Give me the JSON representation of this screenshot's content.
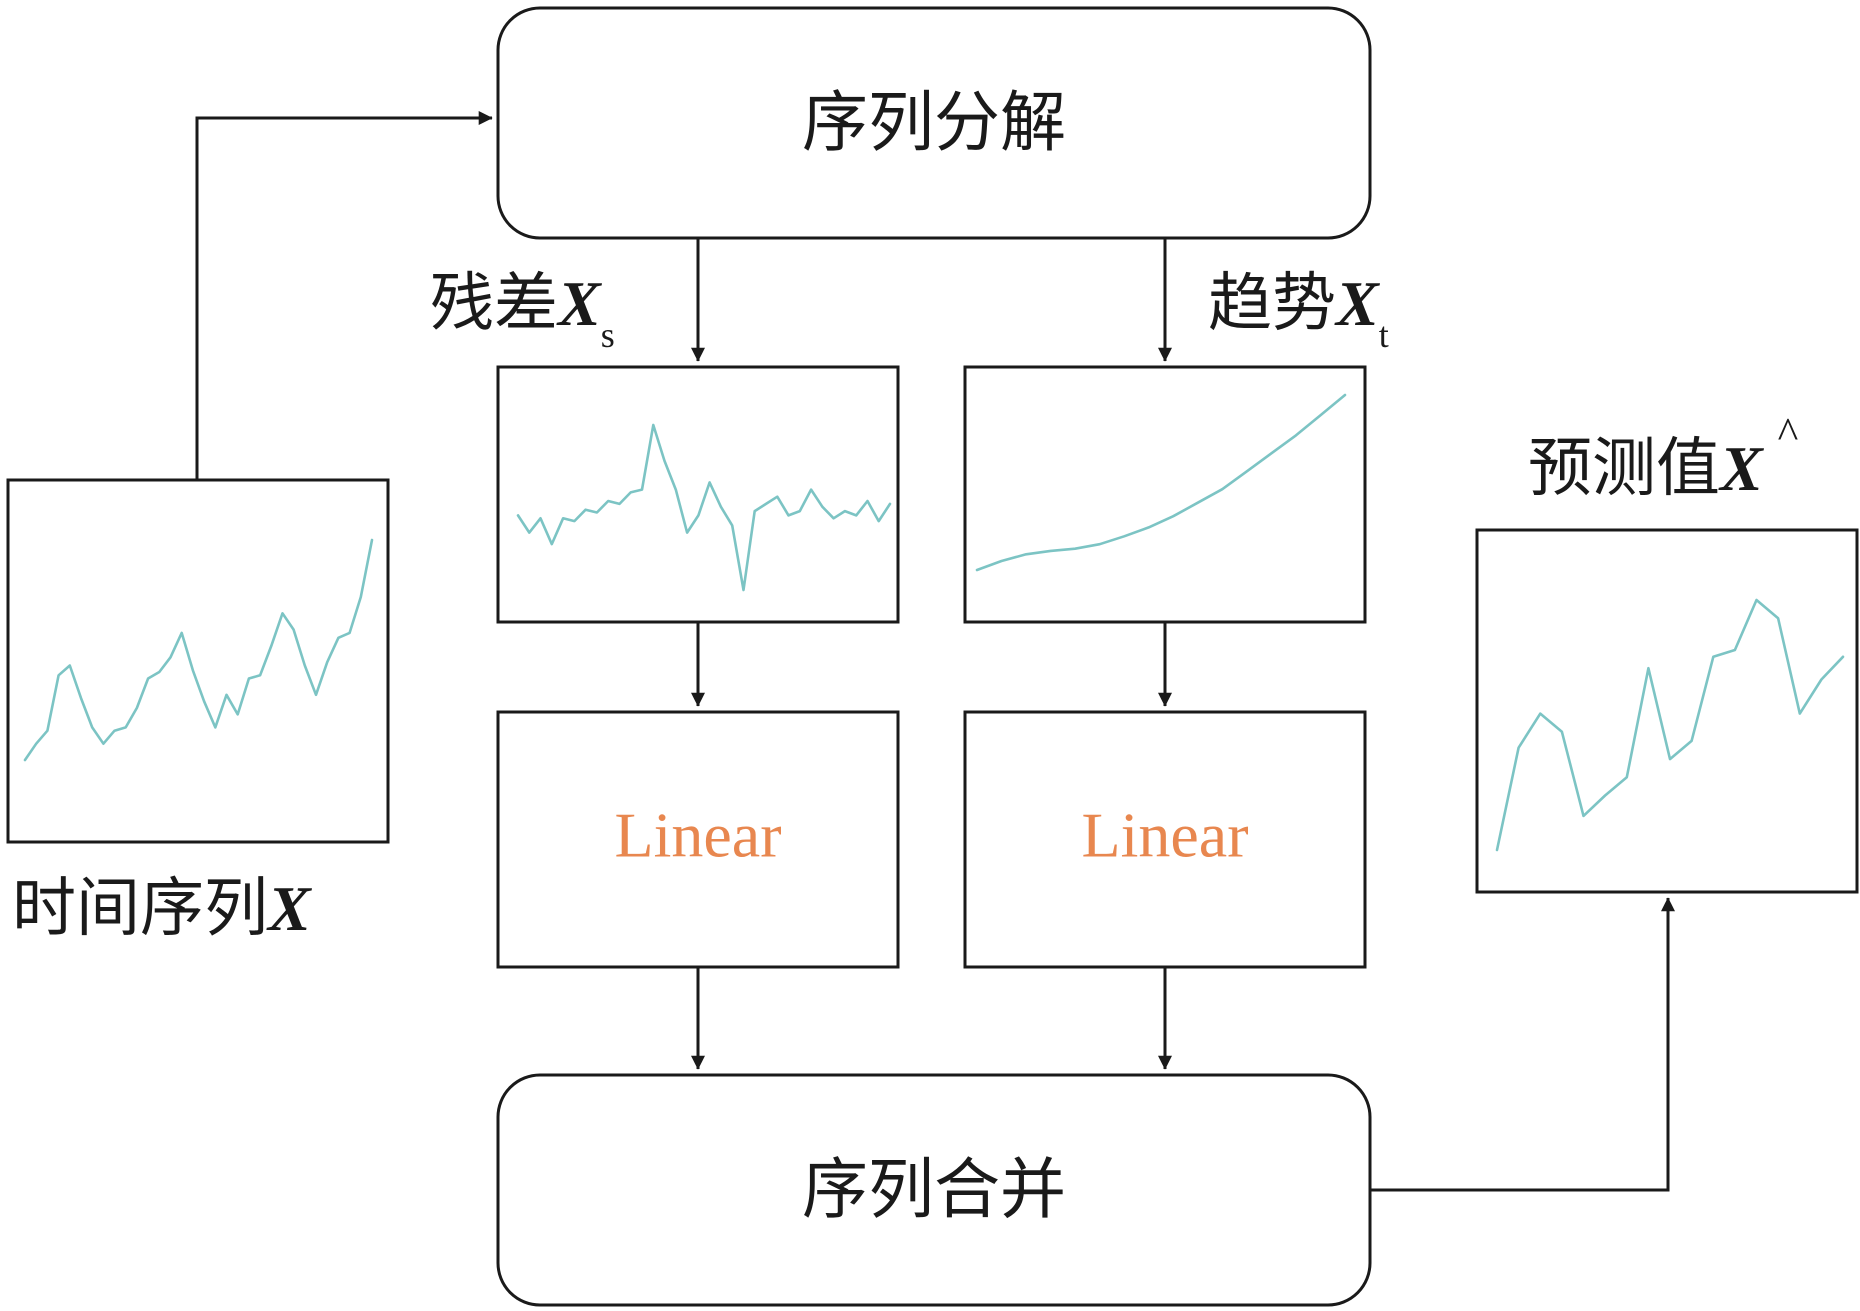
{
  "nodes": {
    "decompose": {
      "label": "序列分解"
    },
    "merge": {
      "label": "序列合并"
    },
    "linear_residual": {
      "label": "Linear"
    },
    "linear_trend": {
      "label": "Linear"
    }
  },
  "labels": {
    "input": {
      "text": "时间序列",
      "var": "X"
    },
    "residual": {
      "text": "残差",
      "var": "X",
      "sub": "s"
    },
    "trend": {
      "text": "趋势",
      "var": "X",
      "sub": "t"
    },
    "prediction": {
      "text": "预测值",
      "var": "X",
      "hat": "^"
    }
  },
  "colors": {
    "line": "#1a1a1a",
    "series": "#7cc4c4",
    "linear_text": "#e8874f"
  },
  "series": {
    "input": [
      0.2,
      0.3,
      0.38,
      0.72,
      0.78,
      0.58,
      0.4,
      0.3,
      0.38,
      0.4,
      0.52,
      0.7,
      0.74,
      0.83,
      0.98,
      0.75,
      0.56,
      0.4,
      0.6,
      0.48,
      0.7,
      0.72,
      0.9,
      1.1,
      1.0,
      0.78,
      0.6,
      0.8,
      0.95,
      0.98,
      1.2,
      1.55
    ],
    "residual": [
      0.62,
      0.5,
      0.6,
      0.42,
      0.6,
      0.58,
      0.66,
      0.64,
      0.72,
      0.7,
      0.78,
      0.8,
      1.25,
      1.0,
      0.8,
      0.5,
      0.62,
      0.85,
      0.68,
      0.55,
      0.1,
      0.65,
      0.7,
      0.75,
      0.62,
      0.65,
      0.8,
      0.68,
      0.6,
      0.65,
      0.62,
      0.72,
      0.58,
      0.7
    ],
    "trend": [
      0.1,
      0.18,
      0.24,
      0.27,
      0.29,
      0.33,
      0.4,
      0.48,
      0.58,
      0.7,
      0.82,
      0.98,
      1.14,
      1.3,
      1.48,
      1.66
    ],
    "prediction": [
      0.1,
      0.55,
      0.7,
      0.62,
      0.25,
      0.34,
      0.42,
      0.9,
      0.5,
      0.58,
      0.95,
      0.98,
      1.2,
      1.12,
      0.7,
      0.85,
      0.95
    ]
  }
}
